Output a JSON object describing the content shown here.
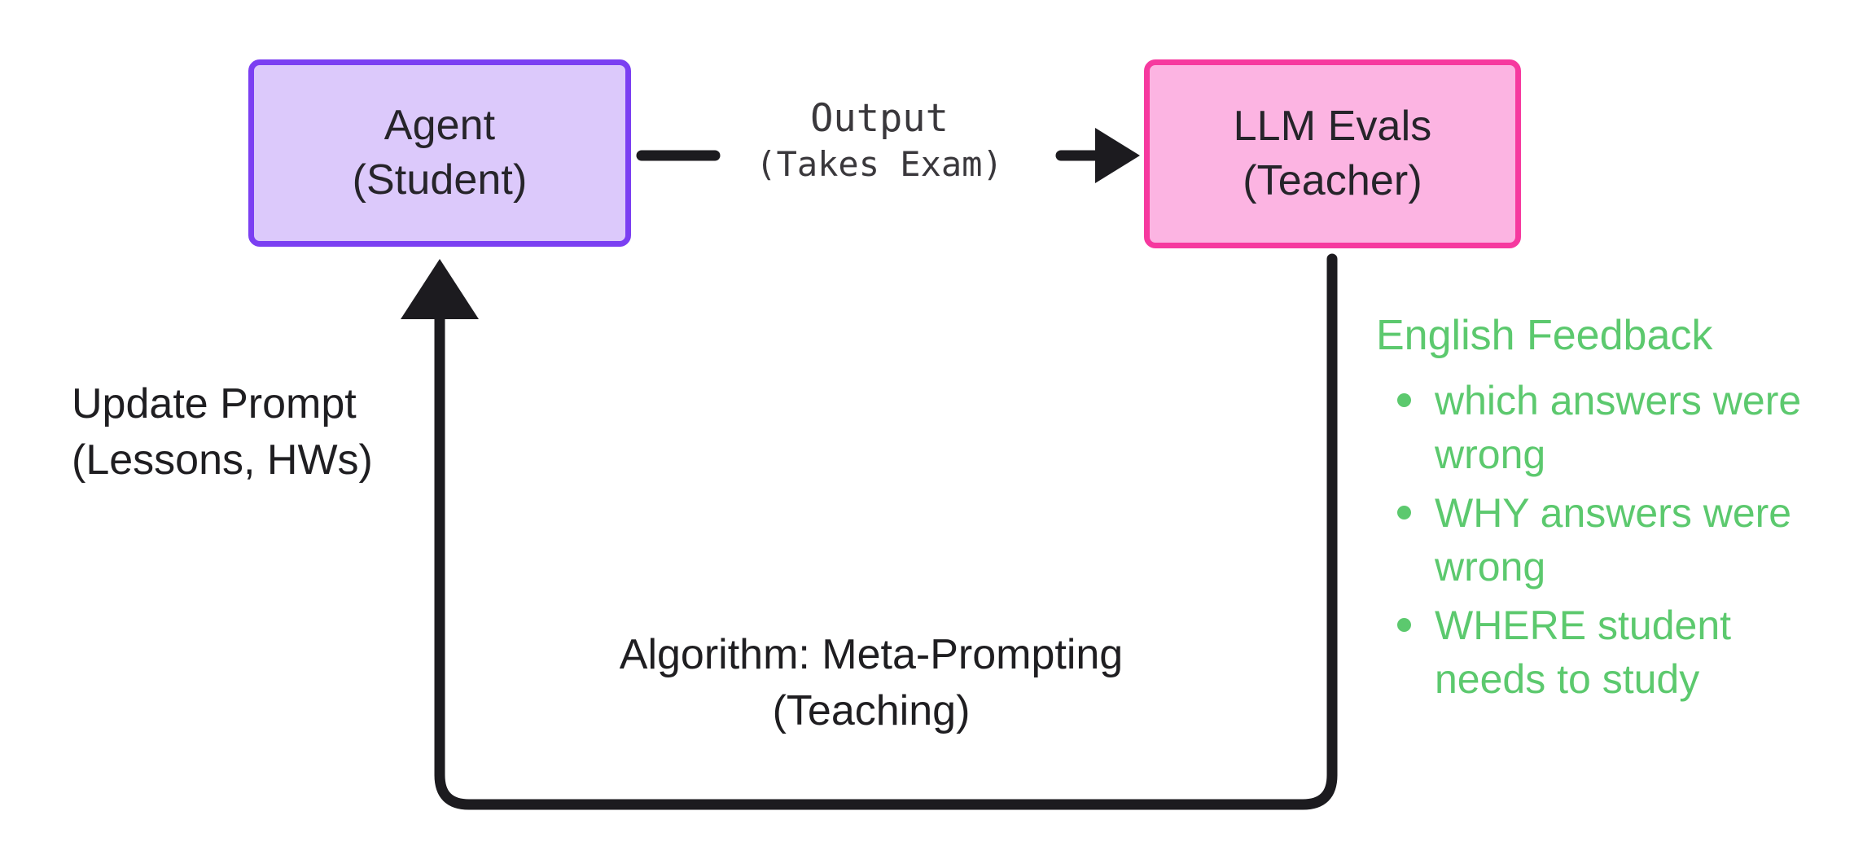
{
  "diagram": {
    "nodes": [
      {
        "id": "agent",
        "title": "Agent",
        "subtitle": "(Student)",
        "fill": "#dcc9fb",
        "stroke": "#7b3ff2"
      },
      {
        "id": "llm-evals",
        "title": "LLM Evals",
        "subtitle": "(Teacher)",
        "fill": "#fcb4e2",
        "stroke": "#f6399f"
      }
    ],
    "edges": {
      "output": {
        "line1": "Output",
        "line2": "(Takes Exam)"
      },
      "update_prompt": {
        "line1": "Update Prompt",
        "line2": "(Lessons, HWs)"
      },
      "algorithm": {
        "line1": "Algorithm: Meta-Prompting",
        "line2": "(Teaching)"
      }
    },
    "feedback": {
      "title": "English Feedback",
      "color": "#5cc96e",
      "items": [
        "which answers were wrong",
        "WHY answers were wrong",
        "WHERE student needs to study"
      ]
    },
    "colors": {
      "background": "#ffffff",
      "wire": "#1c1b1f",
      "text": "#1f1e21"
    }
  }
}
